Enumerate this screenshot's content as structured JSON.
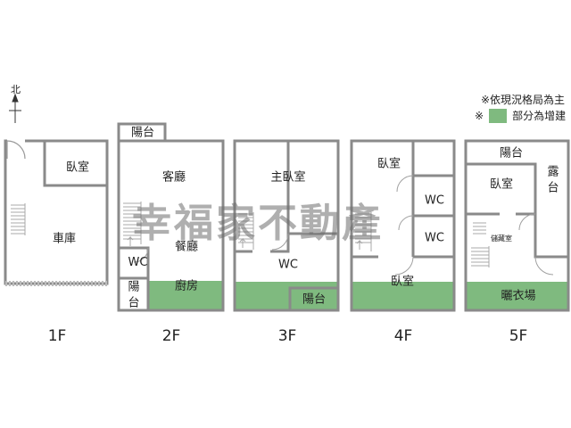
{
  "north_label": "北",
  "legend": {
    "note": "※依現況格局為主",
    "mark": "※",
    "added_label": "部分為增建",
    "added_color": "#7fba7f"
  },
  "watermark": "幸福家不動產",
  "floors": [
    {
      "label": "1F",
      "rooms": {
        "bedroom": "臥室",
        "garage": "車庫"
      }
    },
    {
      "label": "2F",
      "rooms": {
        "balcony_top": "陽台",
        "living": "客廳",
        "dining": "餐廳",
        "wc": "WC",
        "balcony_bottom": "陽台",
        "kitchen": "廚房"
      }
    },
    {
      "label": "3F",
      "rooms": {
        "master_bedroom": "主臥室",
        "wc": "WC",
        "balcony": "陽台"
      }
    },
    {
      "label": "4F",
      "rooms": {
        "bedroom_top": "臥室",
        "wc_1": "WC",
        "wc_2": "WC",
        "bedroom_bottom": "臥室"
      }
    },
    {
      "label": "5F",
      "rooms": {
        "balcony": "陽台",
        "bedroom": "臥室",
        "terrace": "露台",
        "storage": "儲藏室",
        "drying": "曬衣場"
      }
    }
  ]
}
